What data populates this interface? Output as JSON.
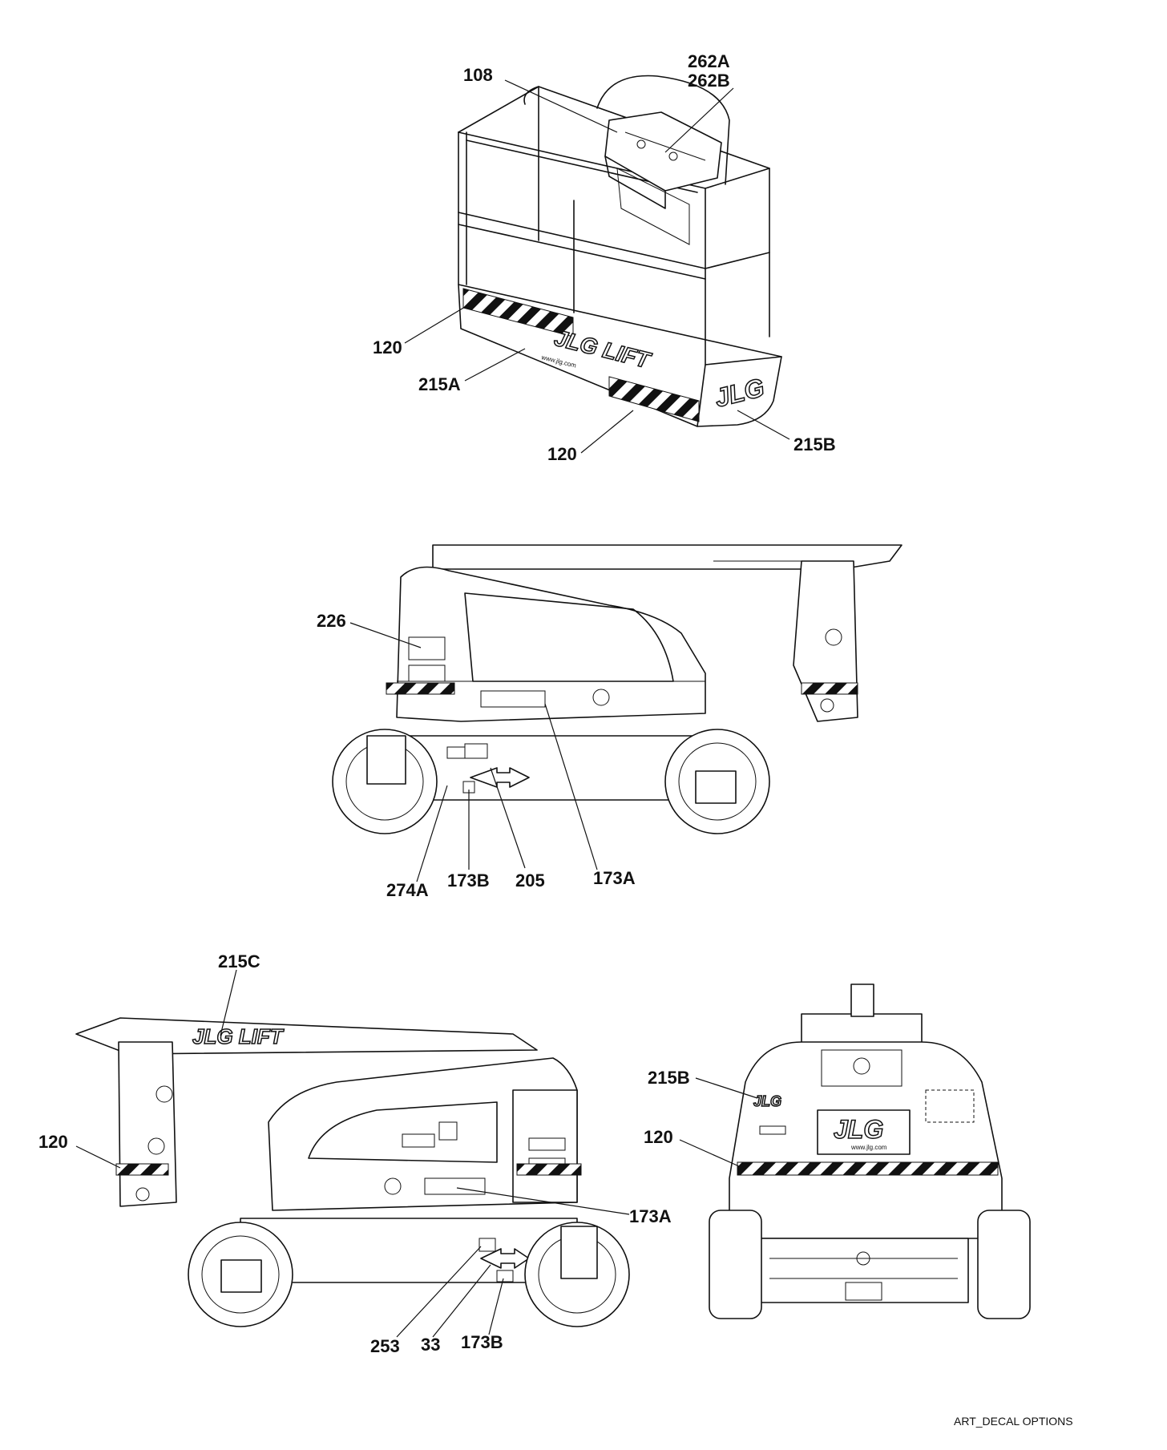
{
  "callouts": {
    "platform": {
      "c108": "108",
      "c262a": "262A",
      "c262b": "262B",
      "c120_left": "120",
      "c215a": "215A",
      "c120_bottom": "120",
      "c215b": "215B"
    },
    "side_view_1": {
      "c226": "226",
      "c274a": "274A",
      "c173b": "173B",
      "c205": "205",
      "c173a": "173A"
    },
    "side_view_2": {
      "c215c": "215C",
      "c120": "120",
      "c173a": "173A",
      "c253": "253",
      "c33": "33",
      "c173b": "173B"
    },
    "rear_view": {
      "c215b": "215B",
      "c120": "120"
    }
  },
  "decal_text": {
    "brand_logo": "JLG",
    "lift_logo": "JLG LIFT",
    "website": "www.jlg.com"
  },
  "caption": "ART_DECAL OPTIONS"
}
